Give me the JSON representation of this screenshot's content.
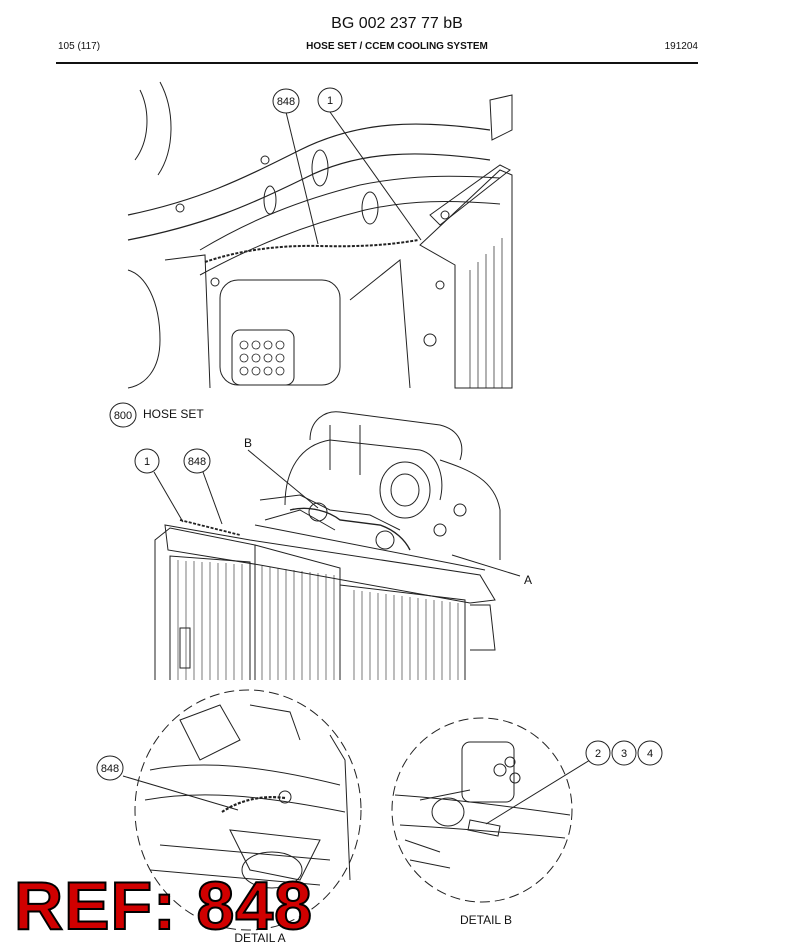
{
  "header": {
    "doc_number": "BG 002 237 77 bB",
    "page": "105 (117)",
    "title": "HOSE SET / CCEM COOLING SYSTEM",
    "date_code": "191204"
  },
  "callouts": {
    "top_848": "848",
    "top_1": "1",
    "set_800": "800",
    "mid_1": "1",
    "mid_848": "848",
    "letter_b": "B",
    "letter_a": "A",
    "detail_848": "848",
    "c2": "2",
    "c3": "3",
    "c4": "4"
  },
  "labels": {
    "hose_set": "HOSE SET",
    "detail_a": "DETAIL A",
    "detail_b": "DETAIL B"
  },
  "ref_banner": "REF: 848"
}
